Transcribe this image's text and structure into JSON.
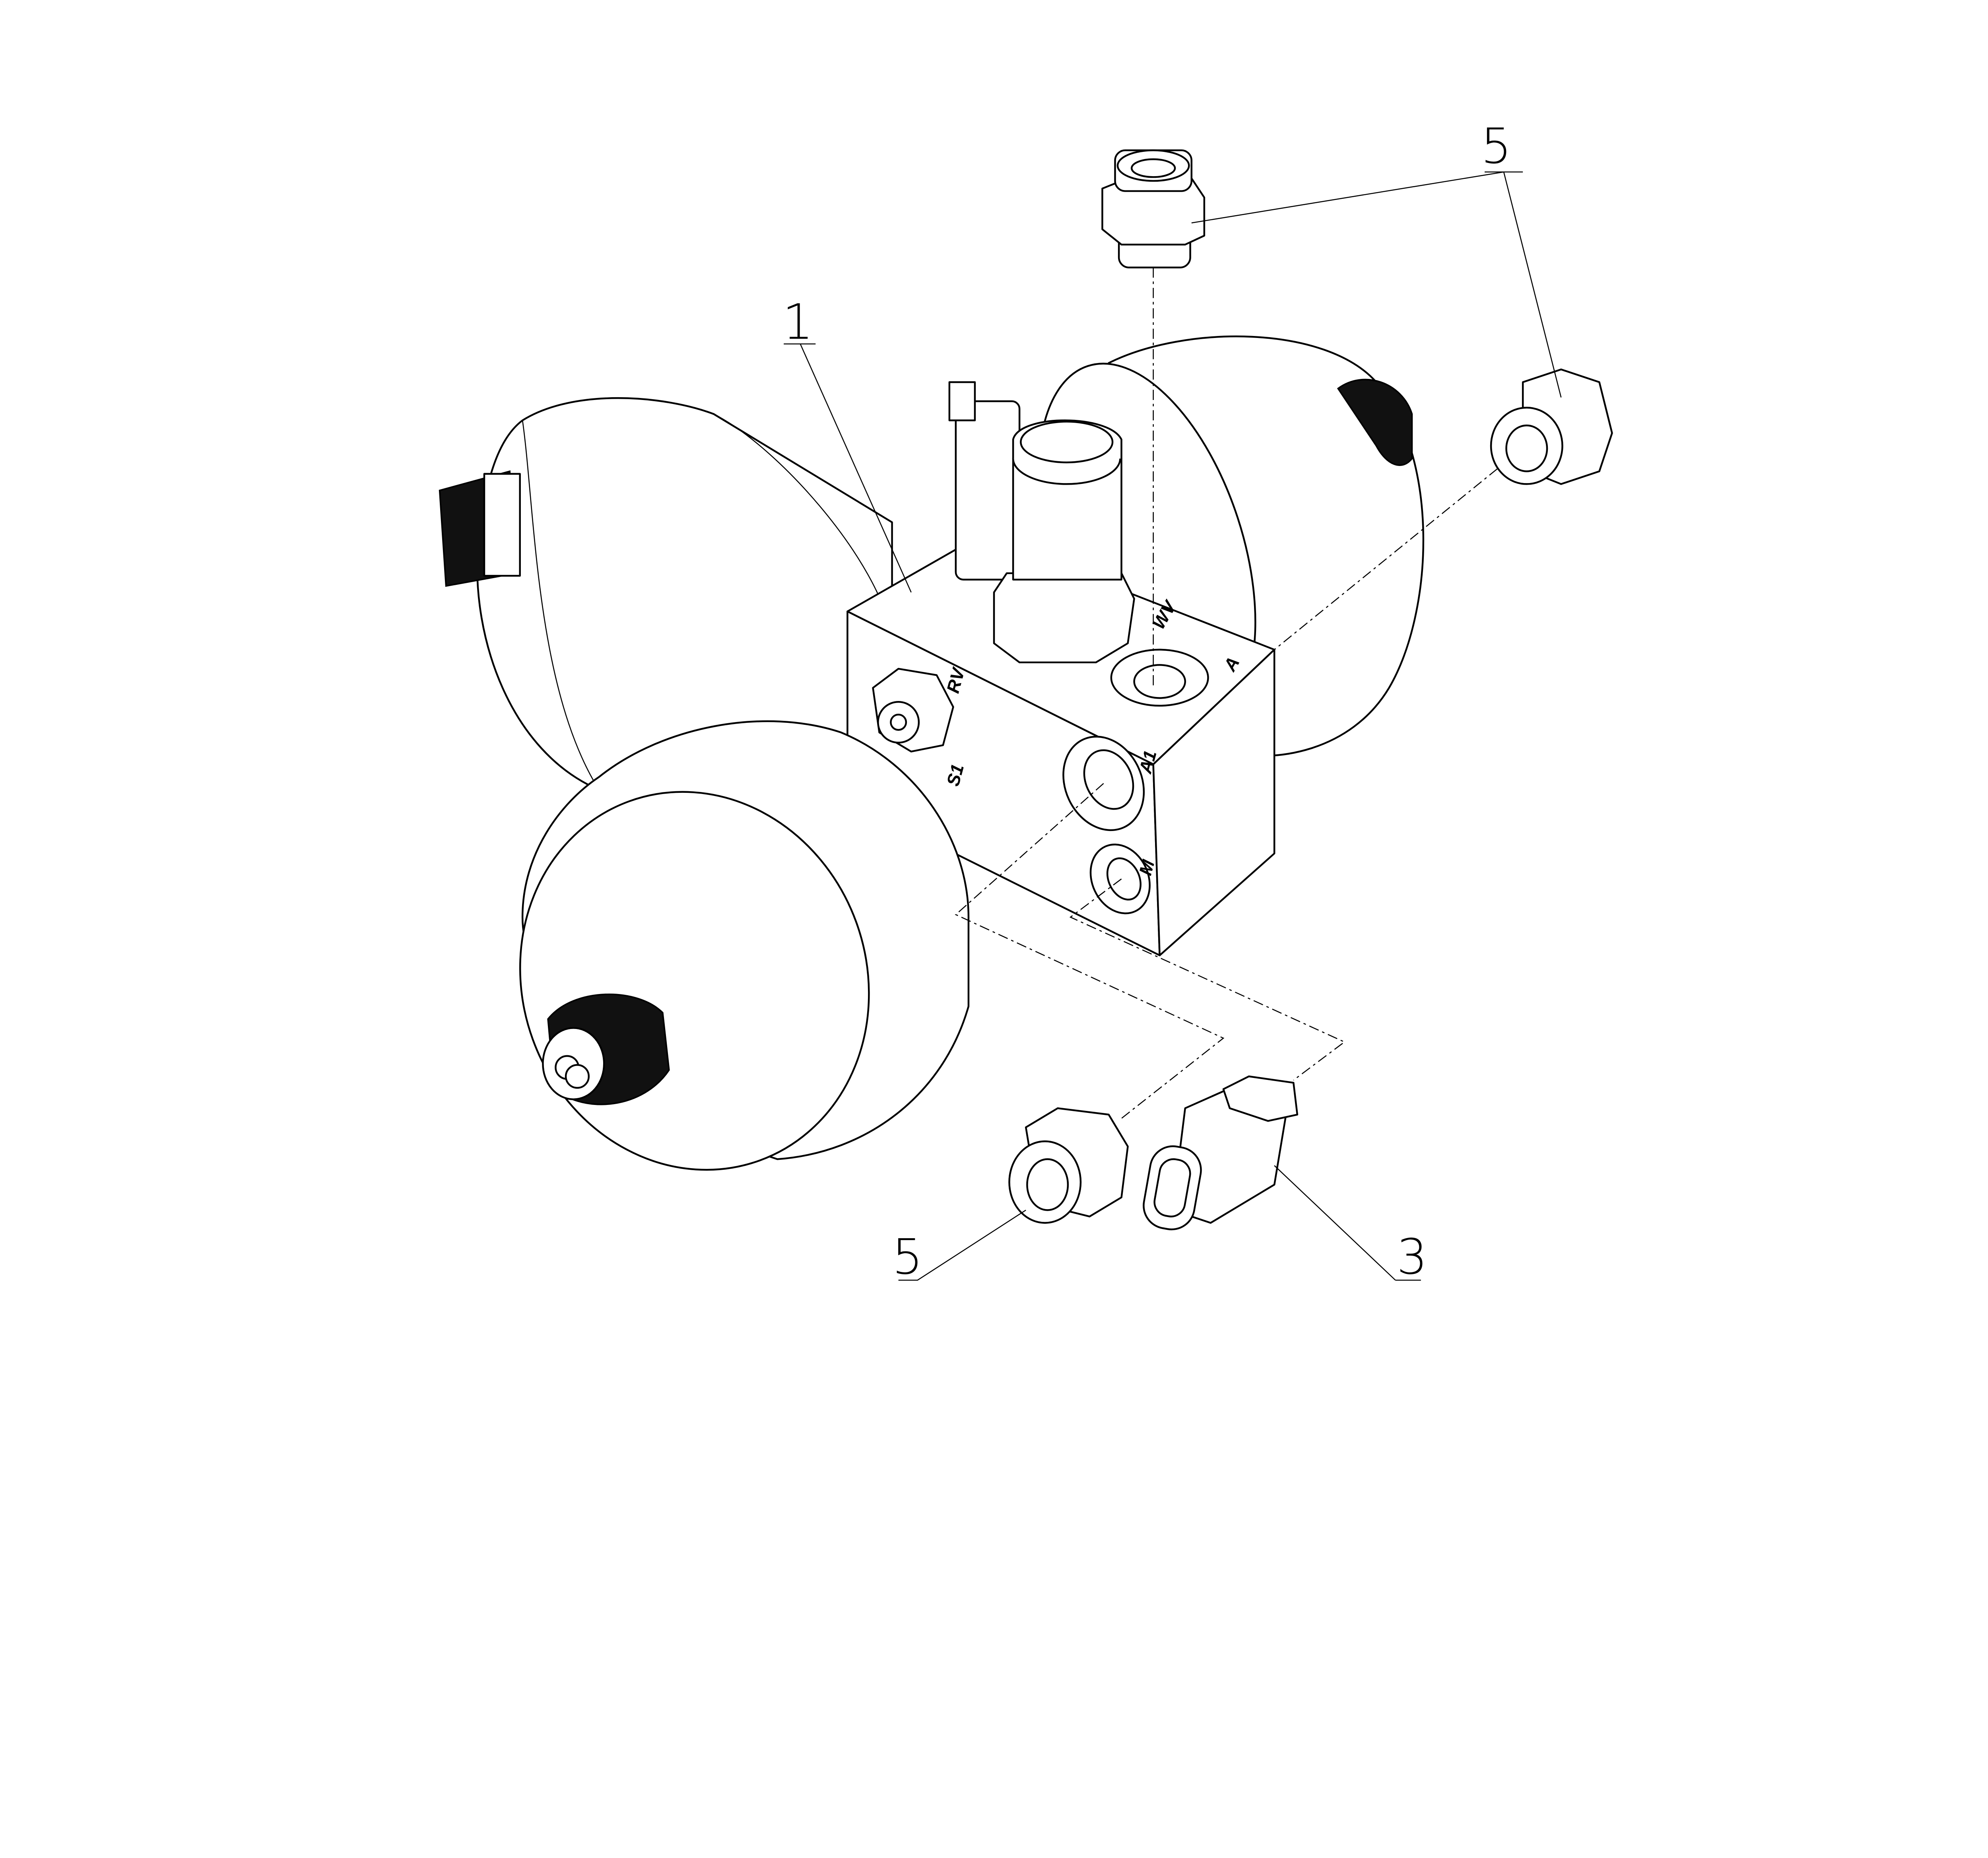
{
  "drawing": {
    "title": "Accumulator valve block assembly - exploded view",
    "callouts": [
      {
        "id": "callout-5-top",
        "label": "5"
      },
      {
        "id": "callout-1",
        "label": "1"
      },
      {
        "id": "callout-5-bottom",
        "label": "5"
      },
      {
        "id": "callout-3",
        "label": "3"
      }
    ],
    "port_labels": {
      "rv": "RV",
      "s1": "S1",
      "wv": "WV",
      "a": "A",
      "a1": "A1",
      "m": "M"
    },
    "colors": {
      "line": "#000000",
      "background": "#ffffff"
    }
  }
}
